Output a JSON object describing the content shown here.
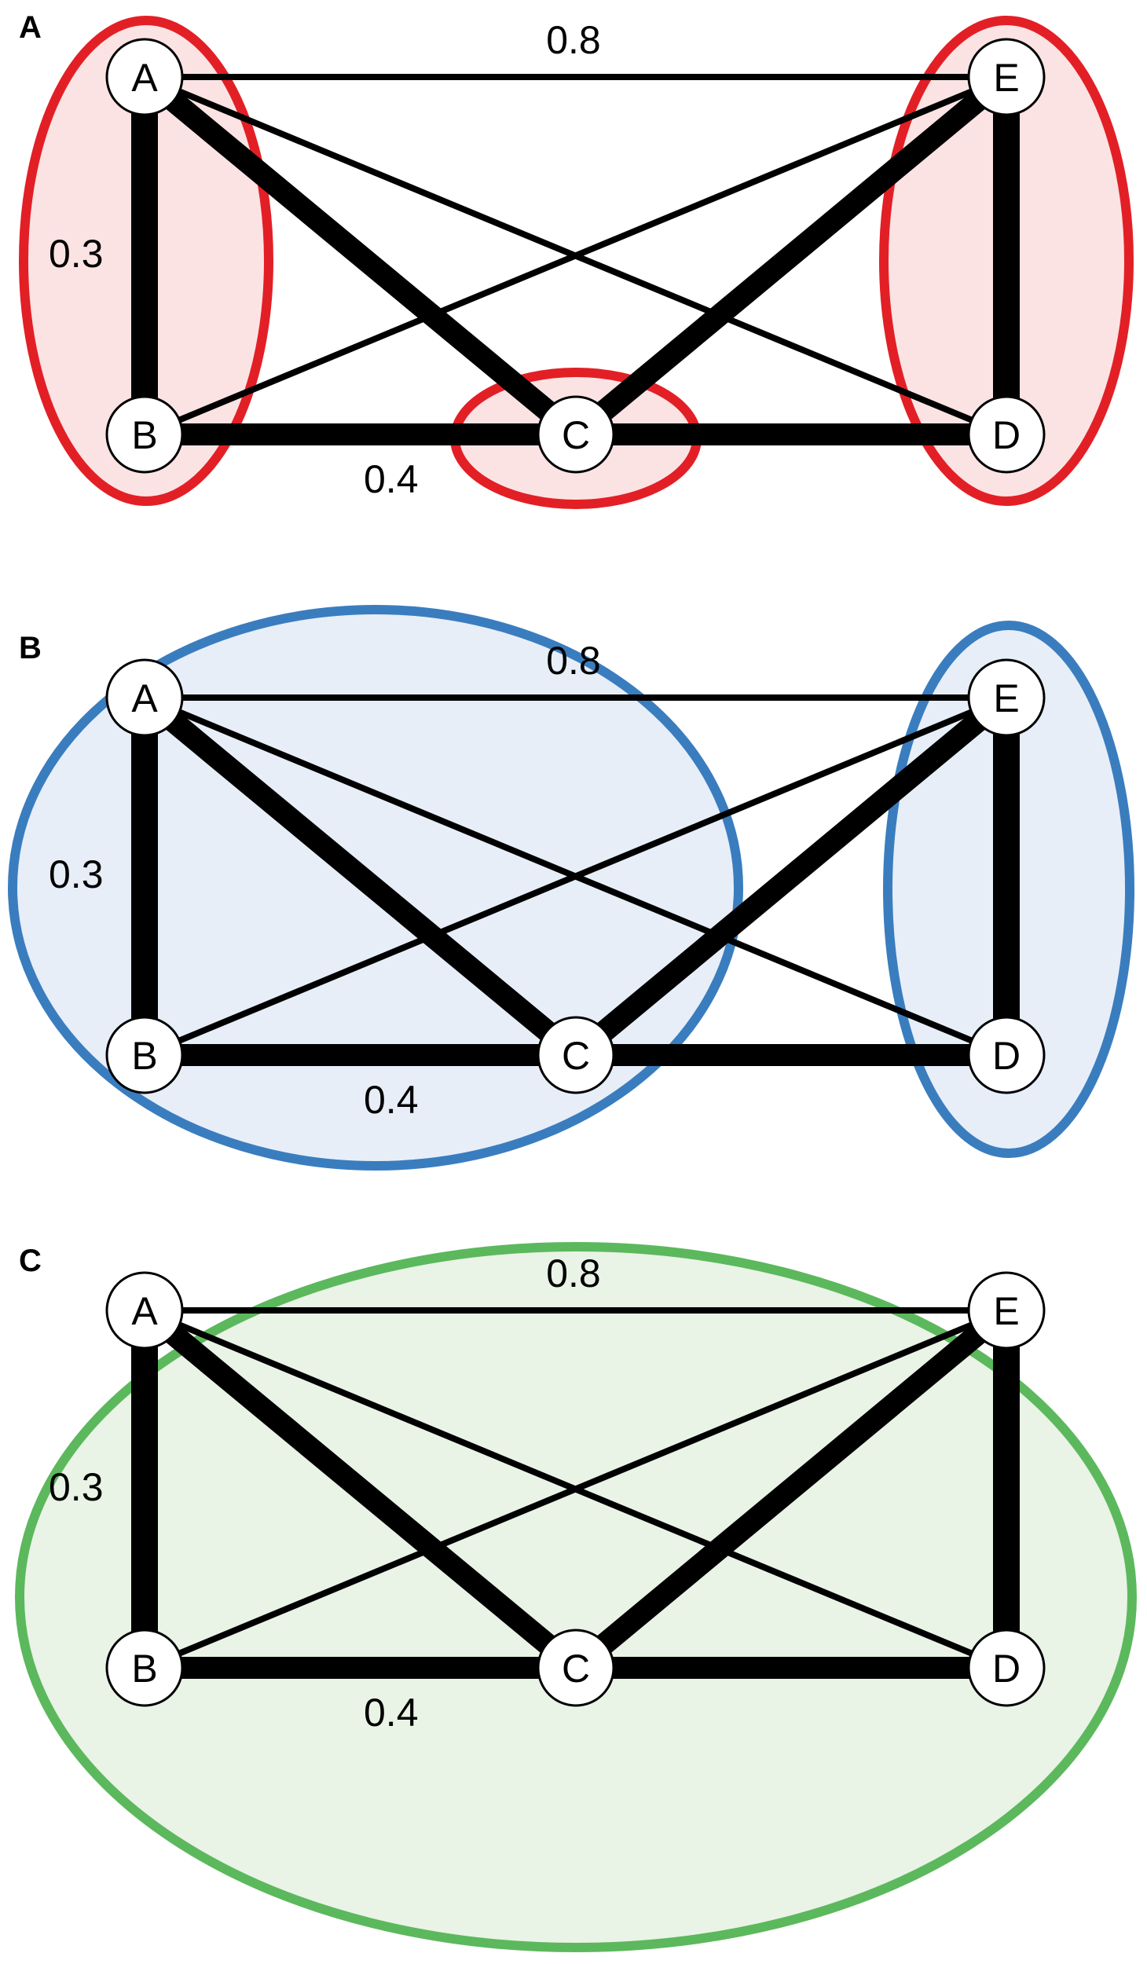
{
  "panels": [
    {
      "label": "A",
      "cluster_stroke": "#e31f26",
      "cluster_fill": "#fbe3e4",
      "clusters": [
        [
          "A",
          "B"
        ],
        [
          "C"
        ],
        [
          "E",
          "D"
        ]
      ],
      "edge_labels": [
        "0.8",
        "0.3",
        "0.4"
      ]
    },
    {
      "label": "B",
      "cluster_stroke": "#3a7dbf",
      "cluster_fill": "#e7eef8",
      "clusters": [
        [
          "A",
          "B",
          "C"
        ],
        [
          "E",
          "D"
        ]
      ],
      "edge_labels": [
        "0.8",
        "0.3",
        "0.4"
      ]
    },
    {
      "label": "C",
      "cluster_stroke": "#5cb85c",
      "cluster_fill": "#e9f3e6",
      "clusters": [
        [
          "A",
          "B",
          "C",
          "D",
          "E"
        ]
      ],
      "edge_labels": [
        "0.8",
        "0.3",
        "0.4"
      ]
    }
  ],
  "nodes": [
    "A",
    "B",
    "C",
    "D",
    "E"
  ],
  "edges": [
    {
      "from": "A",
      "to": "E",
      "weight": 0.8,
      "label": "0.8"
    },
    {
      "from": "A",
      "to": "B",
      "weight": 0.3,
      "label": "0.3"
    },
    {
      "from": "B",
      "to": "C",
      "weight": 0.4,
      "label": "0.4"
    },
    {
      "from": "C",
      "to": "D",
      "weight": 0.4
    },
    {
      "from": "E",
      "to": "D",
      "weight": 0.3
    },
    {
      "from": "A",
      "to": "C",
      "weight": 0.4
    },
    {
      "from": "E",
      "to": "C",
      "weight": 0.4
    },
    {
      "from": "A",
      "to": "D",
      "weight": 0.8
    },
    {
      "from": "E",
      "to": "B",
      "weight": 0.8
    }
  ]
}
